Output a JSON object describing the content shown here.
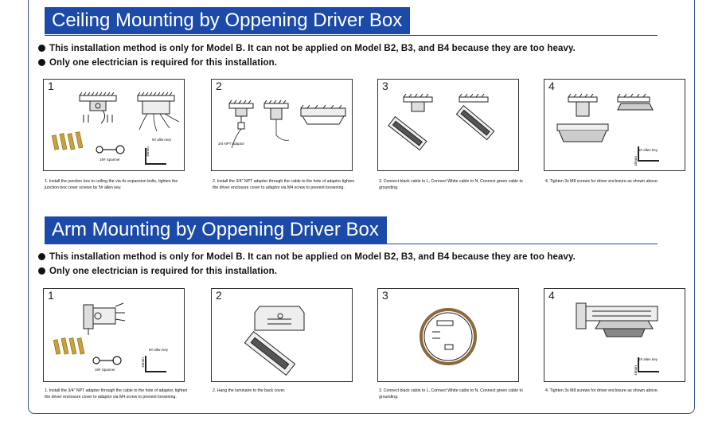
{
  "section1": {
    "title": "Ceiling Mounting by Oppening Driver Box",
    "notes": [
      "This installation method is only  for Model B. It can not be applied on Model B2, B3, and B4 because they are too heavy.",
      "Only one electrician is required for this installation."
    ],
    "steps": [
      {
        "number": "1",
        "caption": "1. Install the junction box to ceiling the via 4x expansion bolts, tighten the junction box cover screws by 5# allen key.",
        "labels": [
          "5# allen key",
          "16# Spanner",
          "45mm"
        ]
      },
      {
        "number": "2",
        "caption": "2. Install the 3/4\" NPT adapter through the cable to the hole of adaptor tighten the driver enclosure cover to adaptor via M4 screw to prevent loosening.",
        "labels": [
          "3/4 NPT adaptor"
        ]
      },
      {
        "number": "3",
        "caption": "3. Connect black cable to L, Connect White cable to N, Connect green cable to grounding.",
        "labels": []
      },
      {
        "number": "4",
        "caption": "4. Tighten 3x M8 screws for driver enclosure as shown above.",
        "labels": [
          "6# allen key",
          "45mm"
        ]
      }
    ]
  },
  "section2": {
    "title": "Arm Mounting by Oppening Driver Box",
    "notes": [
      "This installation method is only  for Model B. It can not be applied on Model B2, B3, and B4 because they are too heavy.",
      "Only one electrician is required for this installation."
    ],
    "steps": [
      {
        "number": "1",
        "caption": "1. Install the 3/4\" NPT adapter through the cable to the hole of adaptor, tighten the driver enclosure cover to adaptor via M4 screw to prevent loosening.",
        "labels": [
          "5# allen key",
          "16# Spanner",
          "45mm"
        ]
      },
      {
        "number": "2",
        "caption": "2. Hang the luminaire to the back cover.",
        "labels": []
      },
      {
        "number": "3",
        "caption": "3. Connect black cable to L, Connect White cable to N, Connect green cable to grounding.",
        "labels": []
      },
      {
        "number": "4",
        "caption": "4. Tighten 3x M8 screws for driver enclosure as shown above.",
        "labels": [
          "6# allen key",
          "45mm"
        ]
      }
    ]
  },
  "colors": {
    "accent": "#1b4aa8",
    "frame": "#2f4f8f"
  }
}
